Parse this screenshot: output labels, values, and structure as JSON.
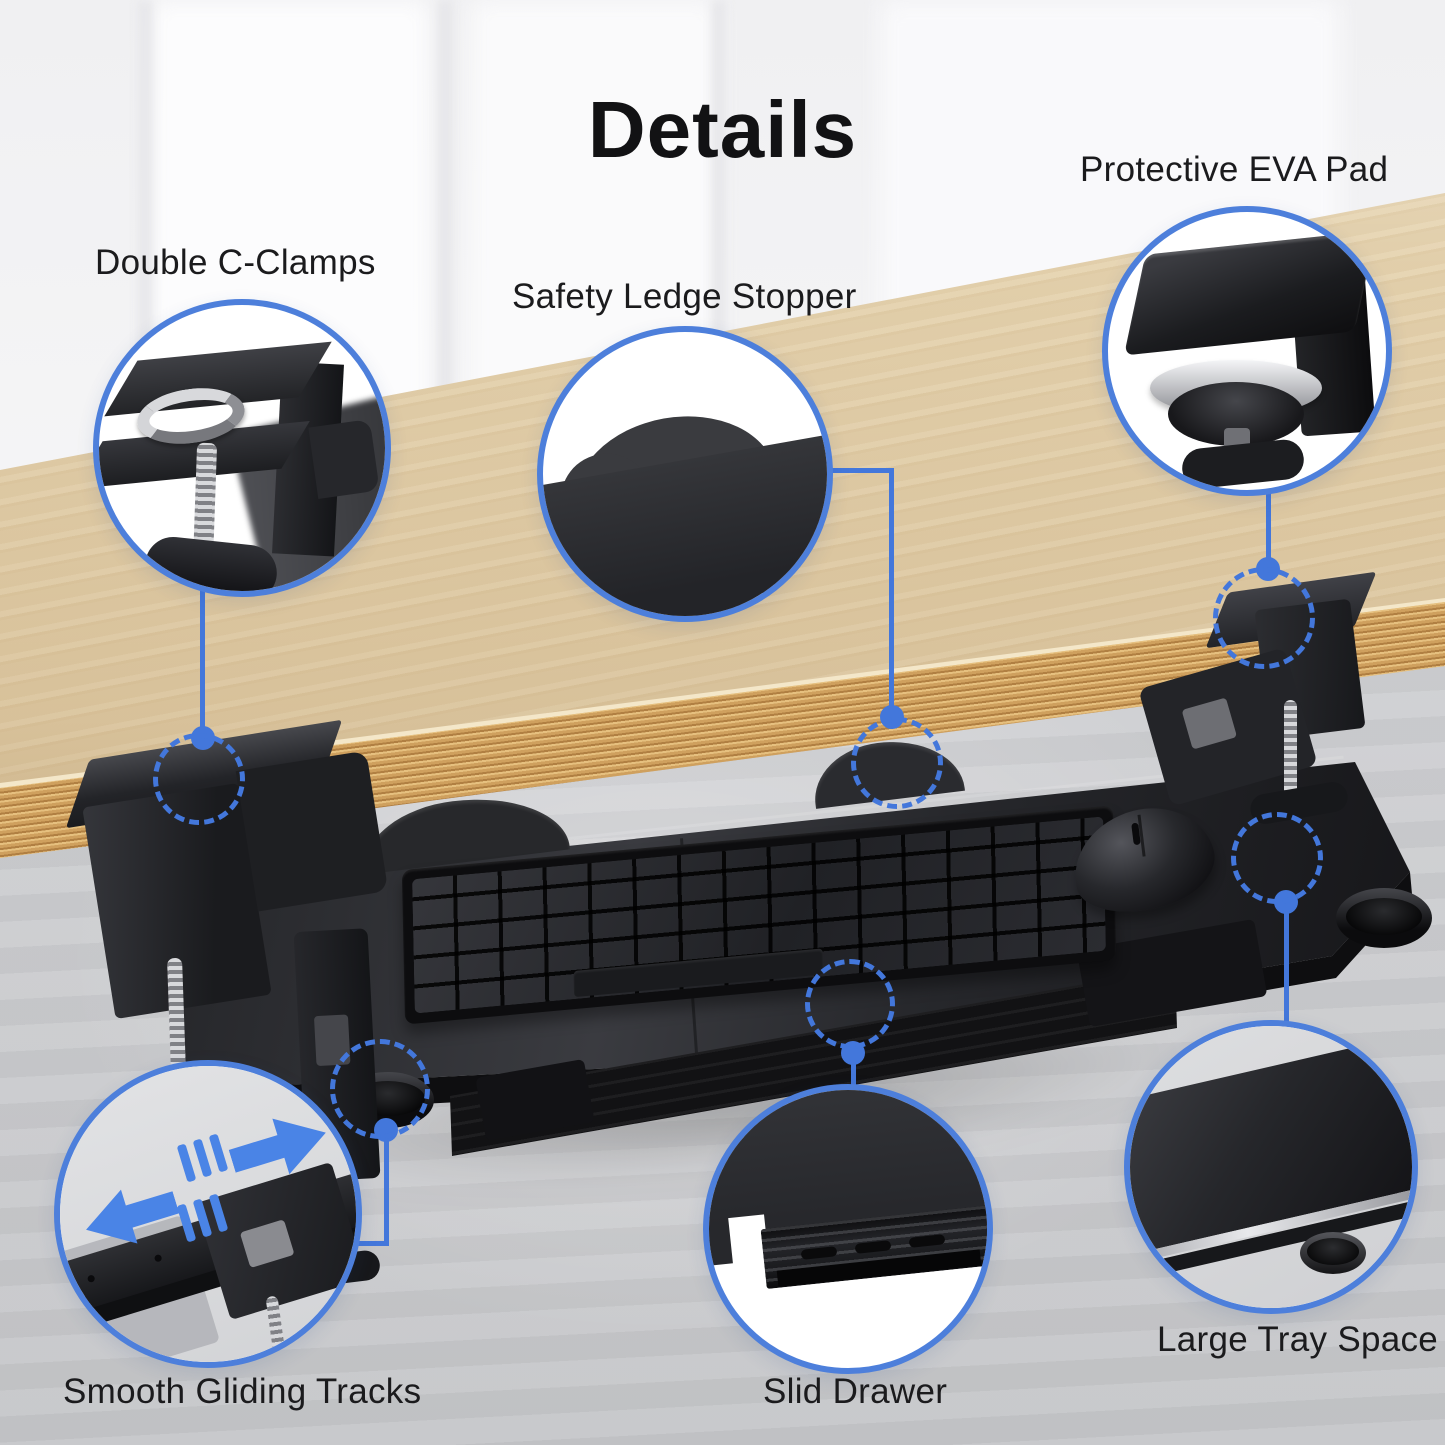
{
  "title": "Details",
  "accent_color": "#4377db",
  "arrow_color": "#4a84e6",
  "callouts": [
    {
      "id": "double-c-clamps",
      "label": "Double C-Clamps"
    },
    {
      "id": "safety-ledge-stopper",
      "label": "Safety Ledge Stopper"
    },
    {
      "id": "protective-eva-pad",
      "label": "Protective EVA Pad"
    },
    {
      "id": "smooth-gliding-tracks",
      "label": "Smooth Gliding Tracks"
    },
    {
      "id": "slid-drawer",
      "label": "Slid Drawer"
    },
    {
      "id": "large-tray-space",
      "label": "Large Tray Space"
    }
  ],
  "icons": {
    "slide_left": "slide-left-arrow",
    "slide_right": "slide-right-arrow"
  }
}
